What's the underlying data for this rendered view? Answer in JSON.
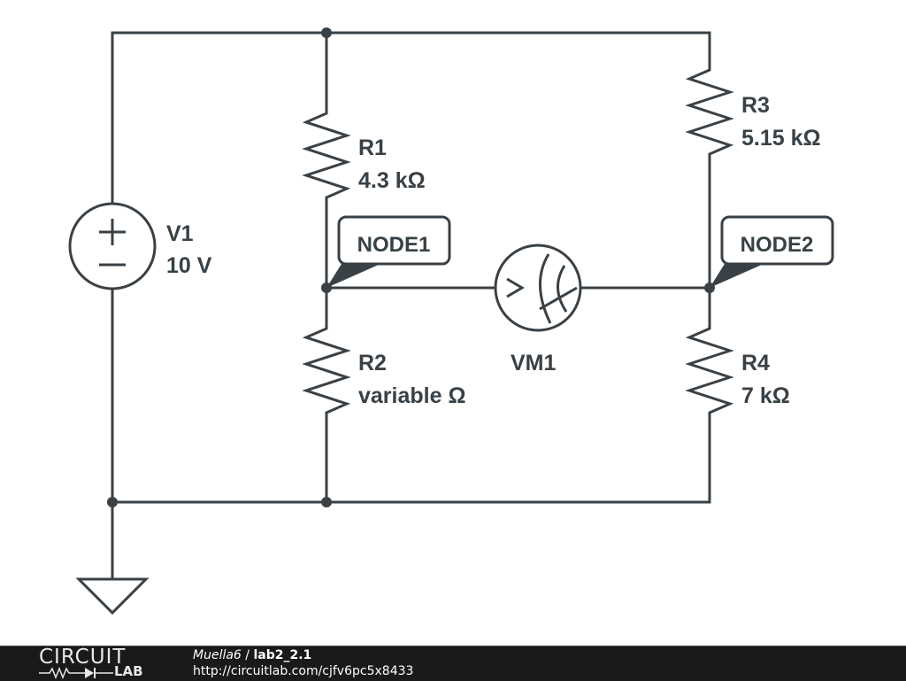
{
  "schematic": {
    "components": {
      "V1": {
        "name": "V1",
        "value": "10 V",
        "type": "voltage-source"
      },
      "R1": {
        "name": "R1",
        "value": "4.3 kΩ",
        "type": "resistor"
      },
      "R2": {
        "name": "R2",
        "value": "variable Ω",
        "type": "resistor"
      },
      "R3": {
        "name": "R3",
        "value": "5.15 kΩ",
        "type": "resistor"
      },
      "R4": {
        "name": "R4",
        "value": "7 kΩ",
        "type": "resistor"
      },
      "VM1": {
        "name": "VM1",
        "type": "voltmeter"
      }
    },
    "nodes": {
      "node1": "NODE1",
      "node2": "NODE2"
    },
    "symbols": {
      "plus": "+",
      "minus": "−",
      "meter_mark": ">"
    },
    "colors": {
      "ink": "#394146",
      "background": "#ffffff"
    }
  },
  "footer": {
    "logo_top": "CIRCUIT",
    "logo_bottom": "LAB",
    "owner": "Muella6",
    "separator": " / ",
    "title": "lab2_2.1",
    "url": "http://circuitlab.com/cjfv6pc5x8433",
    "background": "#1a1a1a"
  }
}
